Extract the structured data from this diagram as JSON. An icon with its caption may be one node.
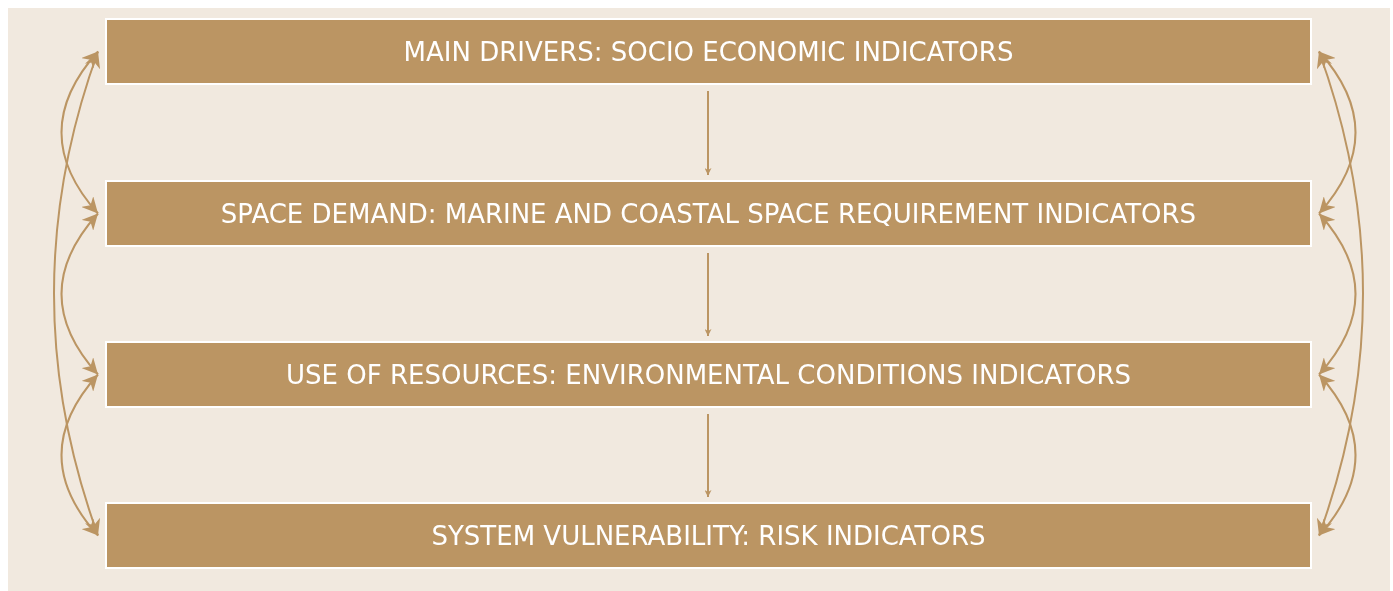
{
  "diagram": {
    "nodes": [
      {
        "text": [
          "MAIN DRIVERS: SOCIO ECONOMIC INDICATORS"
        ]
      },
      {
        "text": [
          "SPACE DEMAND: MARINE AND COASTAL SPACE REQUIREMENT INDICATORS"
        ]
      },
      {
        "text": [
          "USE OF RESOURCES: ENVIRONMENTAL CONDITIONS INDICATORS"
        ]
      },
      {
        "text": [
          "SYSTEM VULNERABILITY: RISK INDICATORS"
        ]
      }
    ],
    "edges": [
      {
        "from": 0,
        "to": 1,
        "arrow": "to"
      },
      {
        "from": 1,
        "to": 2,
        "arrow": "to"
      },
      {
        "from": 2,
        "to": 3,
        "arrow": "to"
      },
      {
        "from": 0,
        "to": 1,
        "arrow": "both"
      },
      {
        "from": 1,
        "to": 2,
        "arrow": "both"
      },
      {
        "from": 2,
        "to": 3,
        "arrow": "both"
      },
      {
        "from": 0,
        "to": 3,
        "arrow": "both"
      },
      {
        "from": 0,
        "to": 1,
        "arrow": "both"
      },
      {
        "from": 1,
        "to": 2,
        "arrow": "both"
      },
      {
        "from": 2,
        "to": 3,
        "arrow": "both"
      },
      {
        "from": 0,
        "to": 3,
        "arrow": "both"
      }
    ]
  }
}
